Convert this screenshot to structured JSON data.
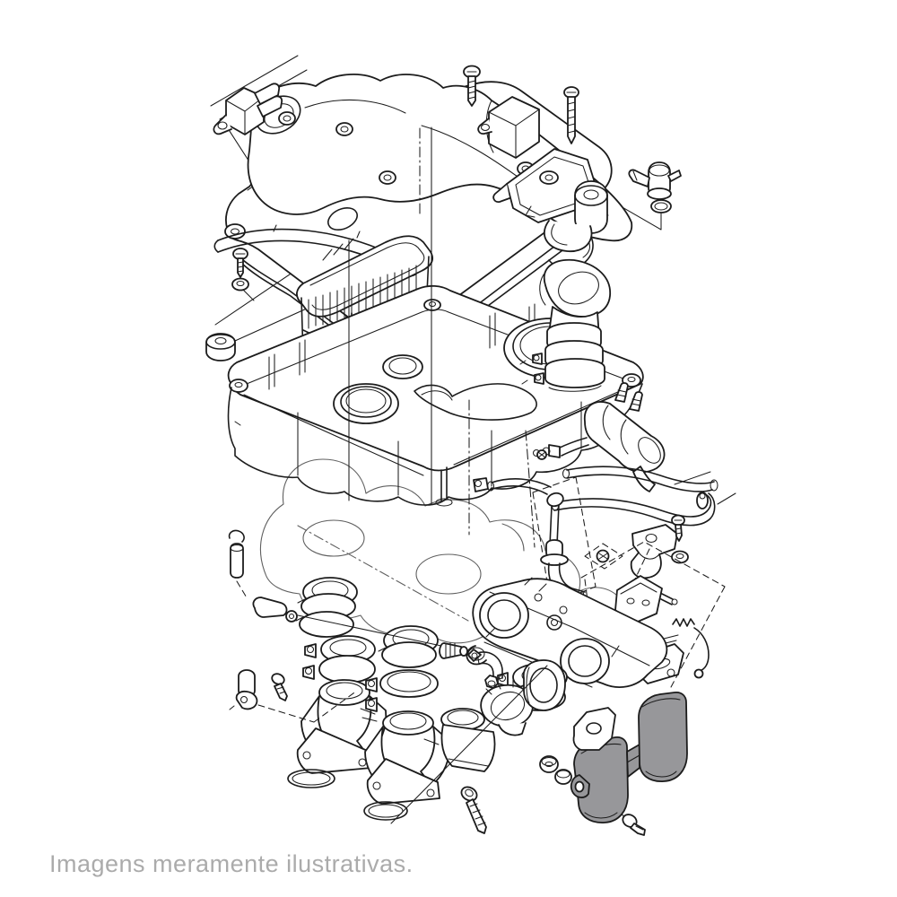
{
  "caption": {
    "text": "Imagens meramente ilustrativas."
  },
  "theme": {
    "line-color": "#1c1c1c",
    "faint-color": "#606060",
    "shade-color": "#97979a",
    "bg-color": "#ffffff",
    "caption-color": "#ababab"
  },
  "diagram": {
    "type": "exploded-parts-line-drawing",
    "parts": [
      {
        "name": "top-left-mount",
        "shaded": false
      },
      {
        "name": "cover-duct",
        "shaded": false
      },
      {
        "name": "seal-strip",
        "shaded": false
      },
      {
        "name": "screw-top-a",
        "shaded": false
      },
      {
        "name": "mount-damper",
        "shaded": false
      },
      {
        "name": "screw-top-b",
        "shaded": false
      },
      {
        "name": "bracket-stay",
        "shaded": false
      },
      {
        "name": "breather-valve",
        "shaded": false
      },
      {
        "name": "airbox-lid",
        "shaded": false
      },
      {
        "name": "air-filter",
        "shaded": false
      },
      {
        "name": "airbox-case",
        "shaded": false
      },
      {
        "name": "grommet-left",
        "shaded": false
      },
      {
        "name": "screw-washer-left",
        "shaded": false
      },
      {
        "name": "snorkel-duct",
        "shaded": false
      },
      {
        "name": "fuel-pump",
        "shaded": false
      },
      {
        "name": "fuel-hoses",
        "shaded": false
      },
      {
        "name": "bracket-right",
        "shaded": false
      },
      {
        "name": "choke-rod",
        "shaded": false
      },
      {
        "name": "sensor-cluster",
        "shaded": false
      },
      {
        "name": "carburetor-assembly",
        "shaded": false
      },
      {
        "name": "intake-boots-left",
        "shaded": false
      },
      {
        "name": "intake-boots-center",
        "shaded": false
      },
      {
        "name": "funnel-parts",
        "shaded": false
      },
      {
        "name": "small-parts-left",
        "shaded": false
      },
      {
        "name": "engine-silhouette",
        "shaded": false
      },
      {
        "name": "heat-shield",
        "shaded": true
      },
      {
        "name": "long-bolt",
        "shaded": false
      }
    ]
  }
}
